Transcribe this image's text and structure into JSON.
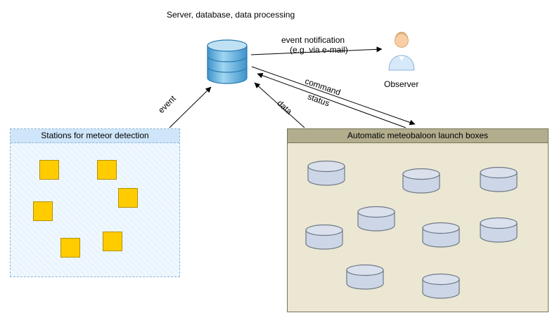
{
  "nodes": {
    "server": {
      "label": "Server, database, data processing"
    },
    "observer": {
      "label": "Observer"
    }
  },
  "boxes": {
    "stations": {
      "title": "Stations for meteor detection",
      "station_count": 6
    },
    "launch": {
      "title": "Automatic meteobaloon launch boxes",
      "cylinder_count": 9
    }
  },
  "edges": {
    "event": {
      "label": "event"
    },
    "notification": {
      "line1": "event notification",
      "line2": "(e.g. via e-mail)"
    },
    "command": {
      "label": "command"
    },
    "status": {
      "label": "status"
    },
    "data": {
      "label": "data"
    }
  },
  "colors": {
    "station_yellow": "#ffcc00",
    "stations_box_fill": "#e9f4fd",
    "stations_header_fill": "#cfe5f9",
    "launch_box_fill": "#ebe7d2",
    "launch_header_fill": "#b2ad8d",
    "cylinder_fill": "#cdd6e6",
    "database_blue": "#4a9ad0",
    "arrow_color": "#000000"
  }
}
